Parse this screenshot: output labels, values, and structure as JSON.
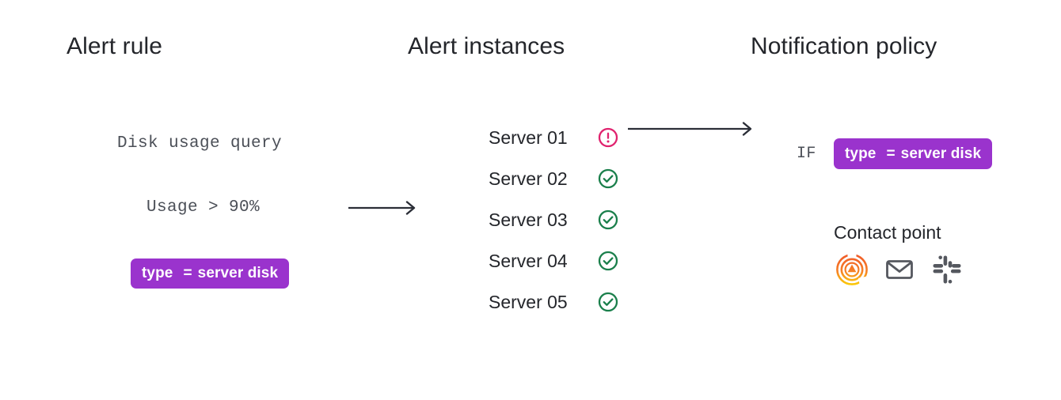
{
  "columns": {
    "alert_rule": {
      "title": "Alert rule"
    },
    "alert_instances": {
      "title": "Alert instances"
    },
    "notification_policy": {
      "title": "Notification policy"
    }
  },
  "alert_rule": {
    "query": "Disk usage query",
    "condition": "Usage > 90%",
    "label": {
      "key": "type",
      "operator": "=",
      "value": "server disk"
    }
  },
  "alert_instances": {
    "rows": [
      {
        "name": "Server 01",
        "status": "alerting",
        "status_icon": "exclamation-circle-icon"
      },
      {
        "name": "Server 02",
        "status": "ok",
        "status_icon": "check-circle-icon"
      },
      {
        "name": "Server 03",
        "status": "ok",
        "status_icon": "check-circle-icon"
      },
      {
        "name": "Server 04",
        "status": "ok",
        "status_icon": "check-circle-icon"
      },
      {
        "name": "Server 05",
        "status": "ok",
        "status_icon": "check-circle-icon"
      }
    ]
  },
  "notification_policy": {
    "matcher_prefix": "IF",
    "label": {
      "key": "type",
      "operator": "=",
      "value": "server disk"
    },
    "contact_point": {
      "title": "Contact point",
      "integrations": [
        {
          "name": "grafana",
          "icon": "grafana-logo-icon"
        },
        {
          "name": "email",
          "icon": "envelope-icon"
        },
        {
          "name": "slack",
          "icon": "slack-logo-icon"
        }
      ]
    }
  },
  "arrows": [
    {
      "name": "rule-to-instances"
    },
    {
      "name": "instance-to-policy"
    }
  ],
  "colors": {
    "label_purple": "#9a33cd",
    "alerting_pink": "#e0226e",
    "ok_green": "#1a7f4b",
    "text_dark": "#24262b",
    "mono_gray": "#4b4f57",
    "slack_gray": "#55585f",
    "grafana_orange": "#f05a28",
    "grafana_yellow": "#fbca0a"
  }
}
